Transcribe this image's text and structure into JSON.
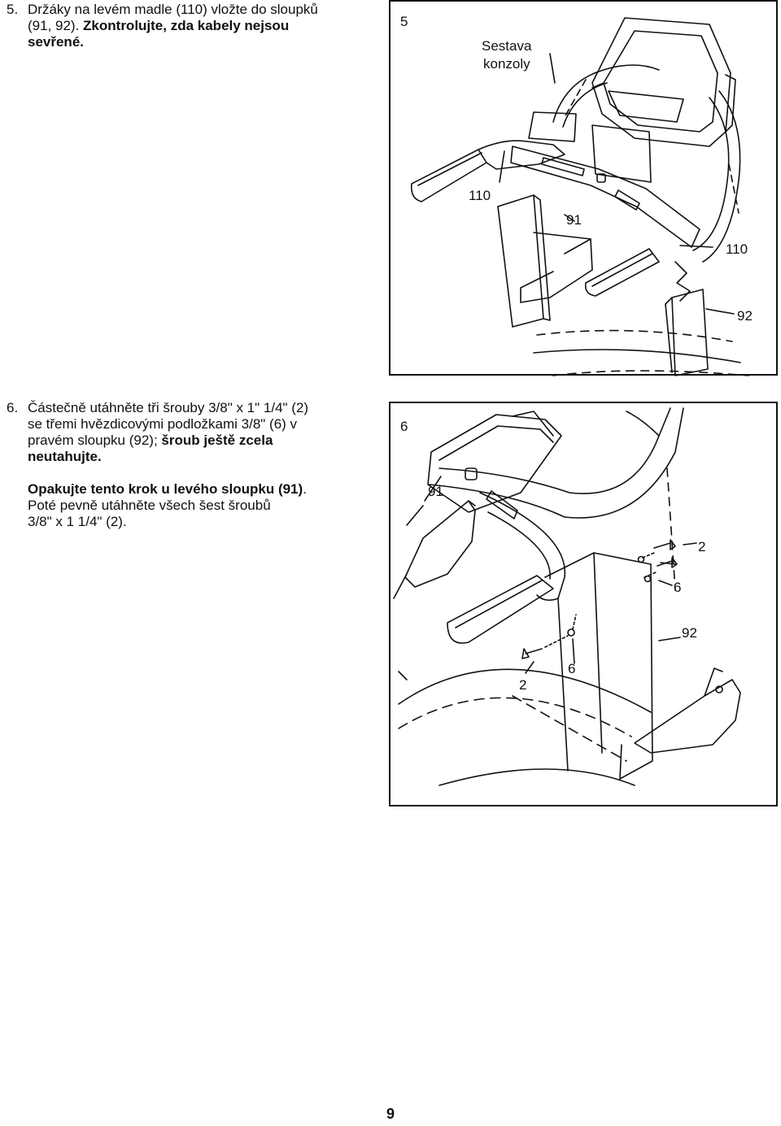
{
  "step5": {
    "number": "5.",
    "line1": "Držáky na levém madle (110) vložte do sloupků",
    "line2_normal": "(91, 92). ",
    "line2_bold": "Zkontrolujte, zda kabely nejsou",
    "line3_bold": "sevřené.",
    "figure": {
      "number": "5",
      "label_console_1": "Sestava",
      "label_console_2": "konzoly",
      "callout_110_left": "110",
      "callout_91": "91",
      "callout_110_right": "110",
      "callout_92": "92"
    }
  },
  "step6": {
    "number": "6.",
    "line1": "Částečně utáhněte tři šrouby 3/8\" x 1\" 1/4\" (2)",
    "line2": "se třemi hvězdicovými podložkami 3/8\" (6) v",
    "line3_normal": "pravém sloupku (92); ",
    "line3_bold": "šroub ještě zcela",
    "line4_bold": "neutahujte.",
    "line5_bold": "Opakujte tento krok u levého sloupku (91)",
    "line5_normal": ".",
    "line6": "Poté pevně utáhněte všech šest šroubů",
    "line7": "3/8\" x 1 1/4\" (2).",
    "figure": {
      "number": "6",
      "callout_91": "91",
      "callout_2_top": "2",
      "callout_6_top": "6",
      "callout_92": "92",
      "callout_6_bottom": "6",
      "callout_2_bottom": "2"
    }
  },
  "page_number": "9"
}
